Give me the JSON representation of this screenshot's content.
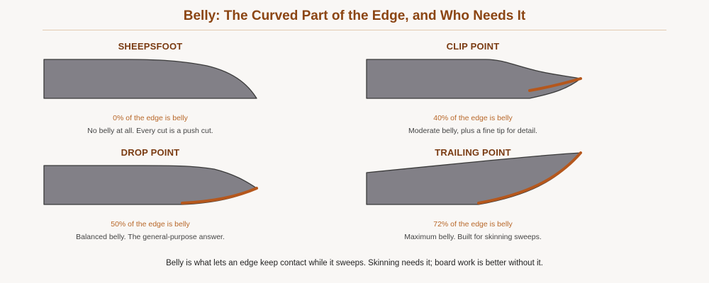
{
  "title": "Belly: The Curved Part of the Edge, and Who Needs It",
  "colors": {
    "title": "#8b4513",
    "heading": "#7a3b12",
    "blade_fill": "#828087",
    "blade_stroke": "#3a3a3a",
    "belly": "#b5571c",
    "stat": "#b8682a"
  },
  "panels": [
    {
      "name": "SHEEPSFOOT",
      "stat": "0% of the edge is belly",
      "description": "No belly at all. Every cut is a push cut.",
      "belly_percent": 0
    },
    {
      "name": "CLIP POINT",
      "stat": "40% of the edge is belly",
      "description": "Moderate belly, plus a fine tip for detail.",
      "belly_percent": 40
    },
    {
      "name": "DROP POINT",
      "stat": "50% of the edge is belly",
      "description": "Balanced belly. The general-purpose answer.",
      "belly_percent": 50
    },
    {
      "name": "TRAILING POINT",
      "stat": "72% of the edge is belly",
      "description": "Maximum belly. Built for skinning sweeps.",
      "belly_percent": 72
    }
  ],
  "footer": "Belly is what lets an edge keep contact while it sweeps. Skinning needs it; board work is better without it."
}
